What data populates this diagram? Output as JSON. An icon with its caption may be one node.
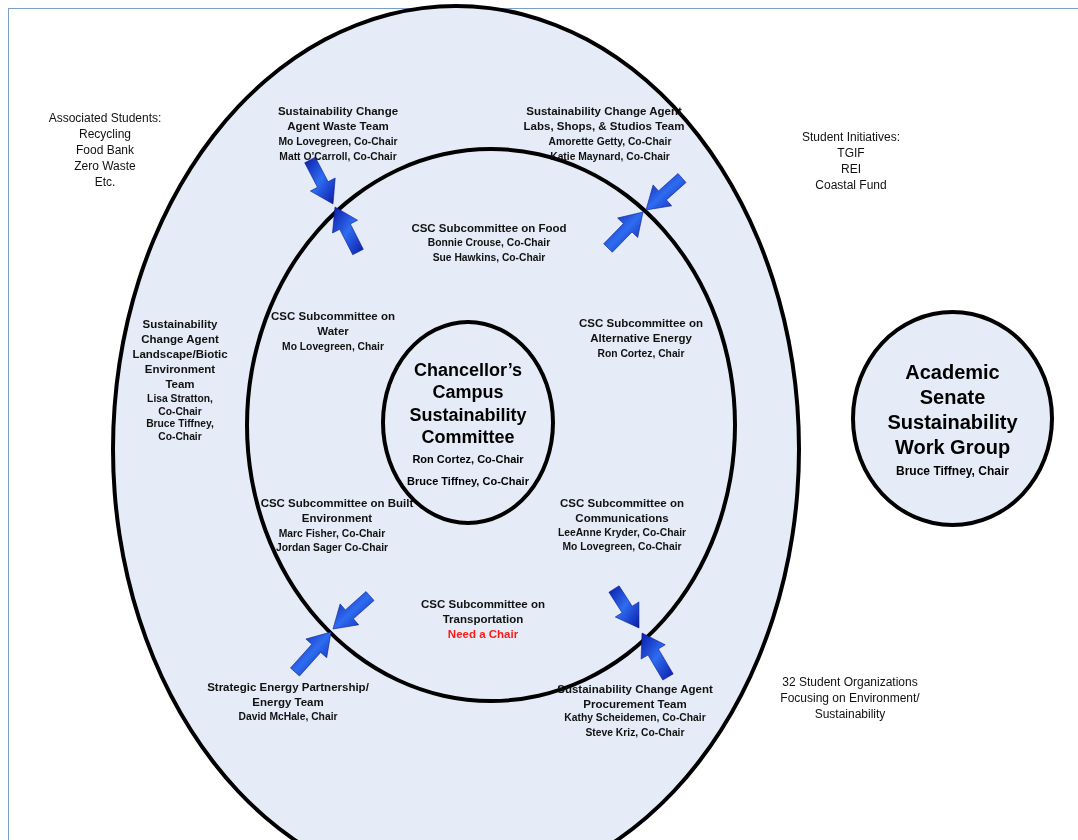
{
  "diagram": {
    "nodes": [
      {
        "text": [],
        "shape": "circle"
      },
      {
        "text": [],
        "shape": "circle",
        "in": 0
      },
      {
        "text": [
          "Chancellor’s Campus Sustainability Committee",
          "Ron Cortez, Co-Chair",
          "Bruce Tiffney, Co-Chair"
        ],
        "in": 1
      },
      {
        "text": [
          "Academic Senate Sustainability Work Group",
          "Bruce Tiffney, Chair"
        ]
      }
    ],
    "edges": [],
    "labels": [
      "Associated Students:",
      "Recycling",
      "Food Bank",
      "Zero Waste",
      "Etc.",
      "Sustainability Change Agent Waste Team",
      "Mo Lovegreen, Co-Chair",
      "Matt O’Carroll, Co-Chair",
      "Sustainability Change Agent Labs, Shops, & Studios Team",
      "Amorette Getty, Co-Chair",
      "Katie Maynard, Co-Chair",
      "Student Initiatives:",
      "TGIF",
      "REI",
      "Coastal Fund",
      "CSC Subcommittee on Food",
      "Bonnie Crouse, Co-Chair",
      "Sue Hawkins, Co-Chair",
      "Sustainability Change Agent Landscape/Biotic Environment Team",
      "Lisa Stratton, Co-Chair",
      "Bruce Tiffney, Co-Chair",
      "CSC Subcommittee on Water",
      "Mo Lovegreen, Chair",
      "CSC Subcommittee on Alternative Energy",
      "Ron Cortez, Chair",
      "CSC Subcommittee on Built Environment",
      "Marc Fisher, Co-Chair",
      "Jordan Sager Co-Chair",
      "CSC Subcommittee on Communications",
      "LeeAnne Kryder, Co-Chair",
      "Mo Lovegreen, Co-Chair",
      "CSC Subcommittee on Transportation",
      "Need a Chair",
      "Strategic Energy Partnership/ Energy Team",
      "David McHale, Chair",
      "Sustainability Change Agent Procurement Team",
      "Kathy Scheidemen, Co-Chair",
      "Steve Kriz, Co-Chair",
      "32 Student Organizations Focusing on Environment/ Sustainability"
    ]
  }
}
